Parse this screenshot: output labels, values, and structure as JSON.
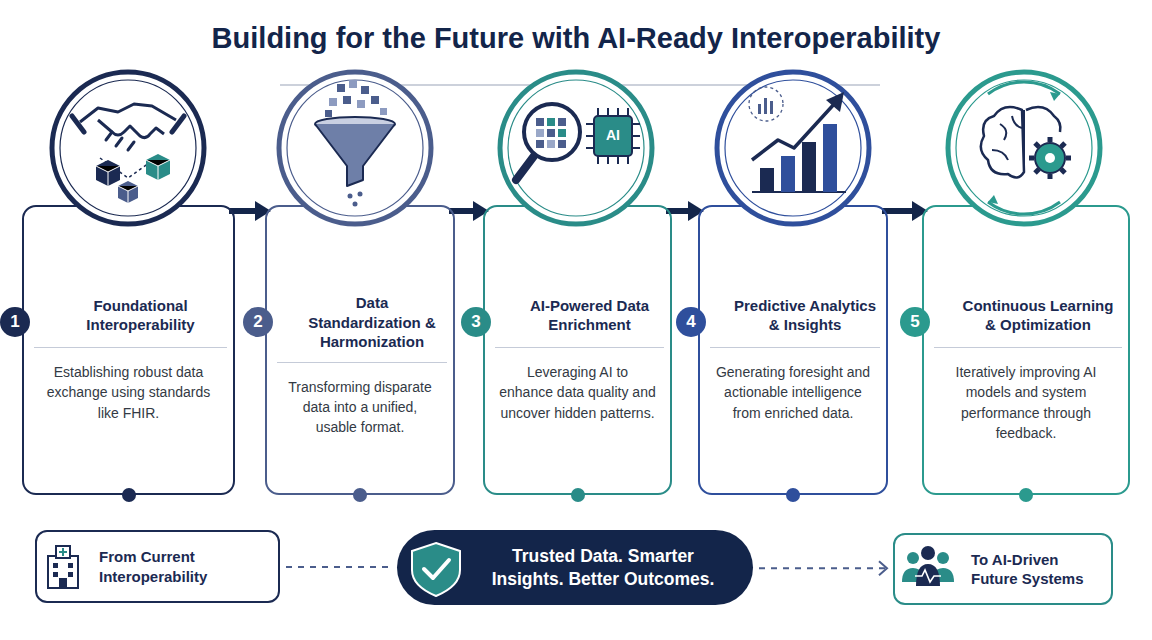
{
  "diagram": {
    "title": "Building for the Future with AI-Ready Interoperability",
    "nodes": [
      {
        "text": [
          "Foundational Interoperability",
          "Establishing robust data exchange using standards like FHIR."
        ]
      },
      {
        "text": [
          "1"
        ],
        "in": 0
      },
      {
        "text": [
          "Data Standardization & Harmonization",
          "Transforming disparate data into a unified, usable format."
        ]
      },
      {
        "text": [
          "2"
        ],
        "in": 2
      },
      {
        "text": [
          "AI-Powered Data Enrichment",
          "Leveraging AI to enhance data quality and uncover hidden patterns."
        ]
      },
      {
        "text": [
          "3"
        ],
        "in": 4
      },
      {
        "text": [
          "Predictive Analytics & Insights",
          "Generating foresight and actionable intelligence from enriched data."
        ]
      },
      {
        "text": [
          "4"
        ],
        "in": 6
      },
      {
        "text": [
          "Continuous Learning & Optimization",
          "Iteratively improving AI models and system performance through feedback."
        ]
      },
      {
        "text": [
          "5"
        ],
        "in": 8
      },
      {
        "text": [
          "From Current Interoperability"
        ]
      },
      {
        "text": [
          "Trusted Data. Smarter Insights. Better Outcomes."
        ]
      },
      {
        "text": [
          "To AI-Driven Future Systems"
        ]
      }
    ],
    "edges": [
      {
        "from": 0,
        "to": 2,
        "arrow": "to"
      },
      {
        "from": 2,
        "to": 4,
        "arrow": "to"
      },
      {
        "from": 4,
        "to": 6,
        "arrow": "to"
      },
      {
        "from": 6,
        "to": 8,
        "arrow": "to"
      },
      {
        "from": 10,
        "to": 11,
        "arrow": "none"
      },
      {
        "from": 11,
        "to": 12,
        "arrow": "to"
      }
    ],
    "labels": [
      "AI"
    ]
  }
}
